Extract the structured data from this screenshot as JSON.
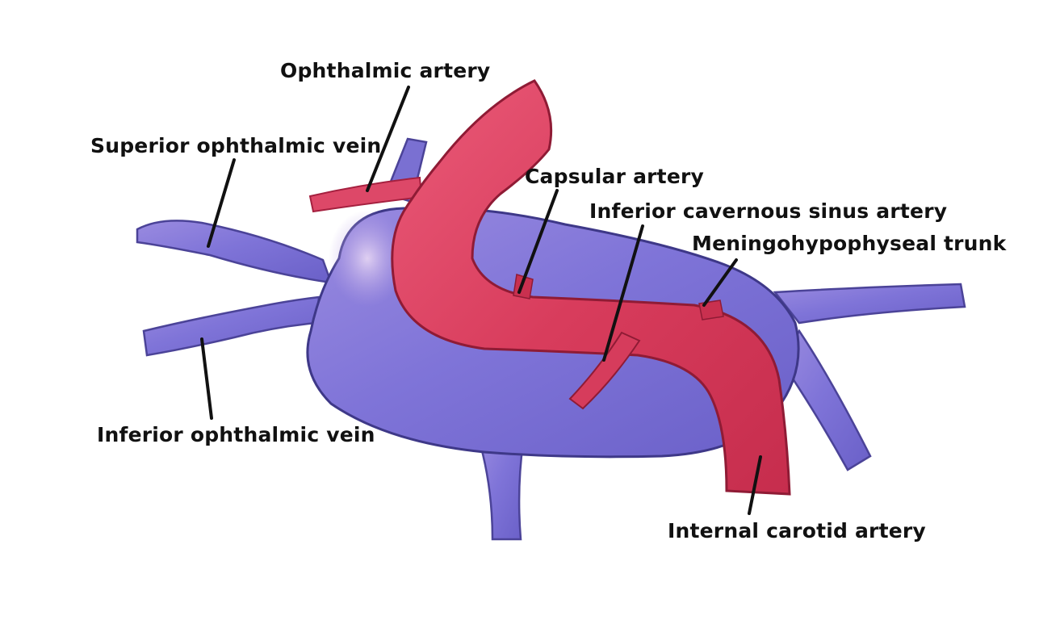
{
  "labels": {
    "ophthalmic_artery": "Ophthalmic artery",
    "superior_ophthalmic_vein": "Superior ophthalmic vein",
    "capsular_artery": "Capsular artery",
    "inferior_cavernous_sinus_artery": "Inferior cavernous sinus artery",
    "meningohypophyseal_trunk": "Meningohypophyseal trunk",
    "inferior_ophthalmic_vein": "Inferior ophthalmic vein",
    "internal_carotid_artery": "Internal carotid artery"
  },
  "colors": {
    "vein": "#7e74d6",
    "vein_dark": "#5a52b8",
    "vein_light": "#c3a8e6",
    "artery": "#d93a5a",
    "artery_dark": "#a5203f",
    "artery_light": "#ef6e86",
    "leader": "#111111"
  }
}
